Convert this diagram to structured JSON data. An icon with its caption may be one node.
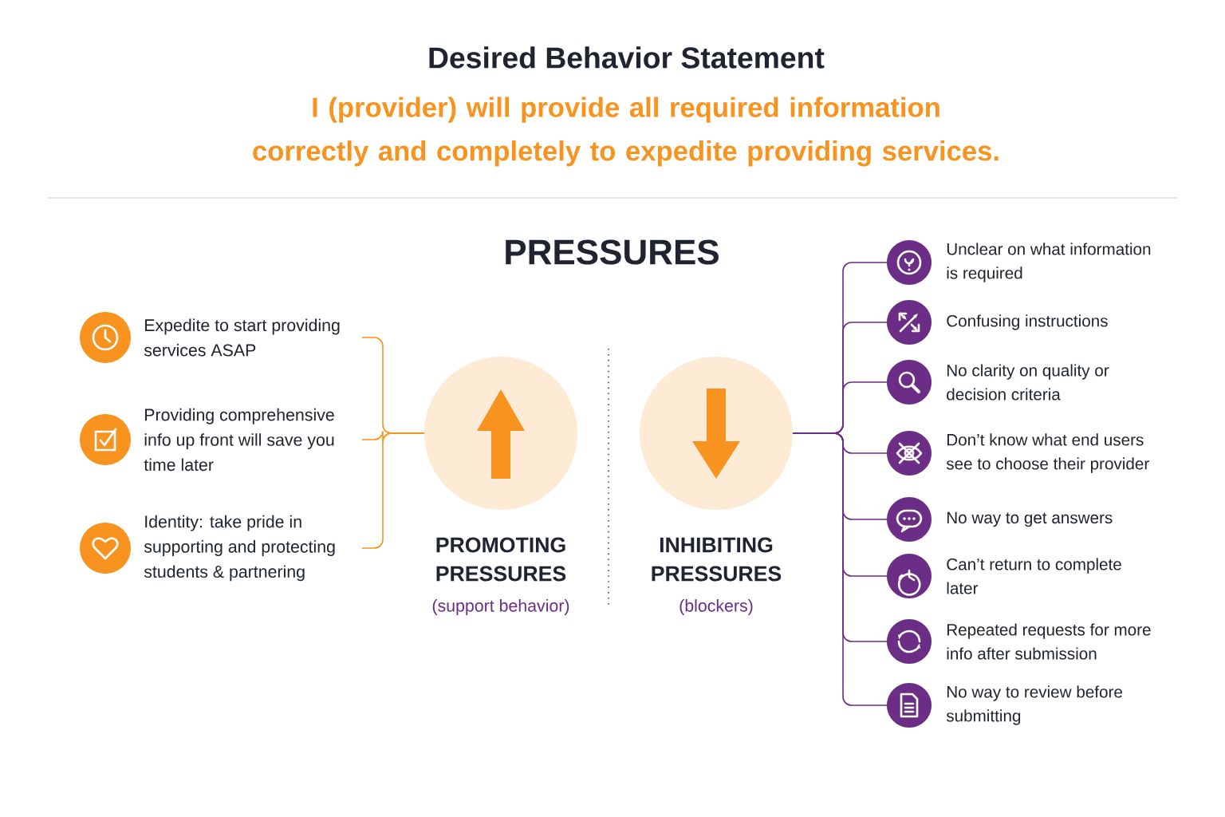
{
  "diagram": {
    "title": "Desired Behavior Statement",
    "nodes": [
      {
        "text": [
          "Expedite to start providing services ASAP"
        ]
      },
      {
        "text": [
          "Providing comprehensive info up front will save you time later"
        ]
      },
      {
        "text": [
          "Identity: take pride in supporting and protecting students & partnering"
        ]
      },
      {
        "text": [
          "PROMOTING PRESSURES",
          "(support behavior)"
        ]
      },
      {
        "text": [
          "INHIBITING PRESSURES",
          "(blockers)"
        ]
      },
      {
        "text": [
          "Unclear on what information is required"
        ]
      },
      {
        "text": [
          "Confusing instructions"
        ]
      },
      {
        "text": [
          "No clarity on quality or decision criteria"
        ]
      },
      {
        "text": [
          "Don’t know what end users see to choose their provider"
        ]
      },
      {
        "text": [
          "No way to get answers"
        ]
      },
      {
        "text": [
          "Can’t return to complete later"
        ]
      },
      {
        "text": [
          "Repeated requests for more info after submission"
        ]
      },
      {
        "text": [
          "No way to review before submitting"
        ]
      }
    ],
    "edges": [
      {
        "from": 0,
        "to": 3,
        "arrow": "none",
        "color": "#f7931e"
      },
      {
        "from": 1,
        "to": 3,
        "arrow": "none",
        "color": "#f7931e"
      },
      {
        "from": 2,
        "to": 3,
        "arrow": "none",
        "color": "#f7931e"
      },
      {
        "from": 4,
        "to": 5,
        "arrow": "none"
      },
      {
        "from": 4,
        "to": 6,
        "arrow": "none"
      },
      {
        "from": 4,
        "to": 7,
        "arrow": "none"
      },
      {
        "from": 4,
        "to": 8,
        "arrow": "none"
      },
      {
        "from": 4,
        "to": 9,
        "arrow": "none"
      },
      {
        "from": 4,
        "to": 10,
        "arrow": "none"
      },
      {
        "from": 4,
        "to": 11,
        "arrow": "none"
      },
      {
        "from": 4,
        "to": 12,
        "arrow": "none"
      }
    ],
    "labels": [
      "I (provider) will provide all required information correctly and completely to expedite providing services.",
      "PRESSURES"
    ]
  }
}
